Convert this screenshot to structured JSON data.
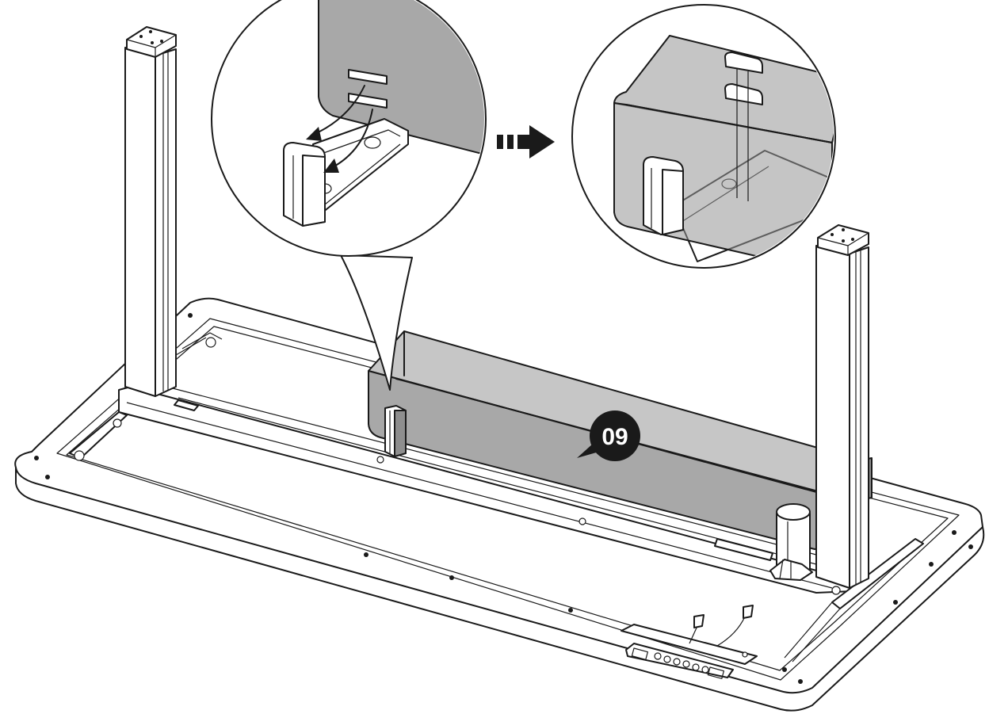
{
  "diagram": {
    "step_badge": {
      "label": "09",
      "fill": "#111111",
      "text_color": "#ffffff"
    },
    "colors": {
      "line": "#1a1a1a",
      "control_box": "#a8a8a8",
      "background": "#ffffff"
    },
    "icons": {
      "arrow": "dashed-right-arrow",
      "callout": "magnifier-callout"
    }
  }
}
